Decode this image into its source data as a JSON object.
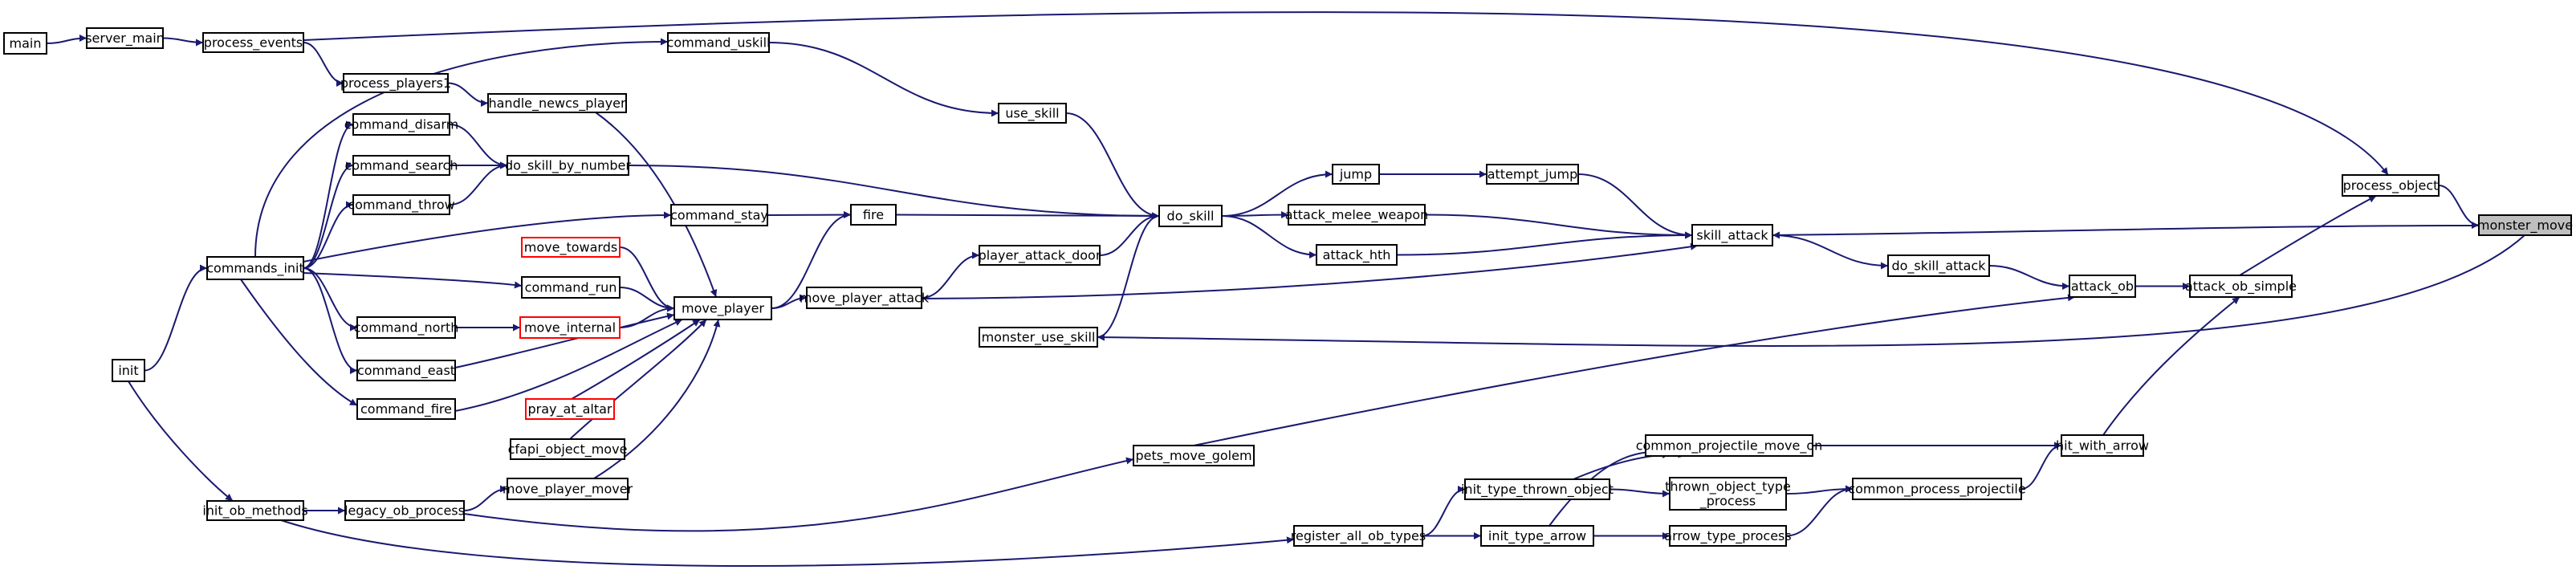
{
  "diagram": {
    "type": "call-graph",
    "colors": {
      "edge": "#191970",
      "node_border": "#000000",
      "truncated_border": "#ff0000",
      "focus_fill": "#bfbfbf"
    },
    "nodes": [
      {
        "id": "main",
        "label": "main"
      },
      {
        "id": "server_main",
        "label": "server_main"
      },
      {
        "id": "process_events",
        "label": "process_events"
      },
      {
        "id": "process_players1",
        "label": "process_players1"
      },
      {
        "id": "handle_newcs_player",
        "label": "handle_newcs_player"
      },
      {
        "id": "command_uskill",
        "label": "command_uskill"
      },
      {
        "id": "use_skill",
        "label": "use_skill"
      },
      {
        "id": "command_disarm",
        "label": "command_disarm"
      },
      {
        "id": "command_search",
        "label": "command_search"
      },
      {
        "id": "command_throw",
        "label": "command_throw"
      },
      {
        "id": "do_skill_by_number",
        "label": "do_skill_by_number"
      },
      {
        "id": "command_stay",
        "label": "command_stay"
      },
      {
        "id": "fire",
        "label": "fire"
      },
      {
        "id": "commands_init",
        "label": "commands_init"
      },
      {
        "id": "move_towards",
        "label": "move_towards",
        "truncated": true
      },
      {
        "id": "command_run",
        "label": "command_run"
      },
      {
        "id": "move_player",
        "label": "move_player"
      },
      {
        "id": "move_player_attack",
        "label": "move_player_attack"
      },
      {
        "id": "command_north",
        "label": "command_north"
      },
      {
        "id": "move_internal",
        "label": "move_internal",
        "truncated": true
      },
      {
        "id": "command_east",
        "label": "command_east"
      },
      {
        "id": "command_fire",
        "label": "command_fire"
      },
      {
        "id": "pray_at_altar",
        "label": "pray_at_altar",
        "truncated": true
      },
      {
        "id": "cfapi_object_move",
        "label": "cfapi_object_move"
      },
      {
        "id": "move_player_mover",
        "label": "move_player_mover"
      },
      {
        "id": "init",
        "label": "init"
      },
      {
        "id": "init_ob_methods",
        "label": "init_ob_methods"
      },
      {
        "id": "legacy_ob_process",
        "label": "legacy_ob_process"
      },
      {
        "id": "player_attack_door",
        "label": "player_attack_door"
      },
      {
        "id": "monster_use_skill",
        "label": "monster_use_skill"
      },
      {
        "id": "do_skill",
        "label": "do_skill"
      },
      {
        "id": "jump",
        "label": "jump"
      },
      {
        "id": "attempt_jump",
        "label": "attempt_jump"
      },
      {
        "id": "attack_melee_weapon",
        "label": "attack_melee_weapon"
      },
      {
        "id": "attack_hth",
        "label": "attack_hth"
      },
      {
        "id": "pets_move_golem",
        "label": "pets_move_golem"
      },
      {
        "id": "register_all_ob_types",
        "label": "register_all_ob_types"
      },
      {
        "id": "init_type_thrown_object",
        "label": "init_type_thrown_object"
      },
      {
        "id": "init_type_arrow",
        "label": "init_type_arrow"
      },
      {
        "id": "common_projectile_move_on",
        "label": "common_projectile_move_on"
      },
      {
        "id": "thrown_object_type_process",
        "label": "thrown_object_type\n_process"
      },
      {
        "id": "arrow_type_process",
        "label": "arrow_type_process"
      },
      {
        "id": "skill_attack",
        "label": "skill_attack"
      },
      {
        "id": "do_skill_attack",
        "label": "do_skill_attack"
      },
      {
        "id": "common_process_projectile",
        "label": "common_process_projectile"
      },
      {
        "id": "attack_ob",
        "label": "attack_ob"
      },
      {
        "id": "hit_with_arrow",
        "label": "hit_with_arrow"
      },
      {
        "id": "attack_ob_simple",
        "label": "attack_ob_simple"
      },
      {
        "id": "process_object",
        "label": "process_object"
      },
      {
        "id": "monster_move",
        "label": "monster_move",
        "focus": true
      }
    ],
    "edges": [
      {
        "from": "main",
        "to": "server_main"
      },
      {
        "from": "server_main",
        "to": "process_events"
      },
      {
        "from": "process_events",
        "to": "process_players1"
      },
      {
        "from": "process_events",
        "to": "process_object"
      },
      {
        "from": "process_players1",
        "to": "handle_newcs_player"
      },
      {
        "from": "handle_newcs_player",
        "to": "move_player"
      },
      {
        "from": "command_uskill",
        "to": "use_skill"
      },
      {
        "from": "use_skill",
        "to": "do_skill"
      },
      {
        "from": "command_disarm",
        "to": "do_skill_by_number"
      },
      {
        "from": "command_search",
        "to": "do_skill_by_number"
      },
      {
        "from": "command_throw",
        "to": "do_skill_by_number"
      },
      {
        "from": "do_skill_by_number",
        "to": "do_skill"
      },
      {
        "from": "command_stay",
        "to": "fire"
      },
      {
        "from": "fire",
        "to": "do_skill"
      },
      {
        "from": "commands_init",
        "to": "command_uskill"
      },
      {
        "from": "commands_init",
        "to": "command_disarm"
      },
      {
        "from": "commands_init",
        "to": "command_search"
      },
      {
        "from": "commands_init",
        "to": "command_throw"
      },
      {
        "from": "commands_init",
        "to": "command_stay"
      },
      {
        "from": "commands_init",
        "to": "command_run"
      },
      {
        "from": "commands_init",
        "to": "command_north"
      },
      {
        "from": "commands_init",
        "to": "command_east"
      },
      {
        "from": "commands_init",
        "to": "command_fire"
      },
      {
        "from": "move_towards",
        "to": "move_player"
      },
      {
        "from": "command_run",
        "to": "move_player"
      },
      {
        "from": "command_north",
        "to": "move_internal"
      },
      {
        "from": "command_east",
        "to": "move_player"
      },
      {
        "from": "command_fire",
        "to": "move_player"
      },
      {
        "from": "move_internal",
        "to": "move_player"
      },
      {
        "from": "pray_at_altar",
        "to": "move_player"
      },
      {
        "from": "cfapi_object_move",
        "to": "move_player"
      },
      {
        "from": "move_player_mover",
        "to": "move_player"
      },
      {
        "from": "move_player",
        "to": "fire"
      },
      {
        "from": "move_player",
        "to": "move_player_attack"
      },
      {
        "from": "move_player_attack",
        "to": "player_attack_door"
      },
      {
        "from": "move_player_attack",
        "to": "skill_attack"
      },
      {
        "from": "player_attack_door",
        "to": "do_skill"
      },
      {
        "from": "monster_use_skill",
        "to": "do_skill"
      },
      {
        "from": "init",
        "to": "commands_init"
      },
      {
        "from": "init",
        "to": "init_ob_methods"
      },
      {
        "from": "init_ob_methods",
        "to": "legacy_ob_process"
      },
      {
        "from": "init_ob_methods",
        "to": "register_all_ob_types"
      },
      {
        "from": "legacy_ob_process",
        "to": "move_player_mover"
      },
      {
        "from": "legacy_ob_process",
        "to": "pets_move_golem"
      },
      {
        "from": "do_skill",
        "to": "jump"
      },
      {
        "from": "do_skill",
        "to": "attack_melee_weapon"
      },
      {
        "from": "do_skill",
        "to": "attack_hth"
      },
      {
        "from": "jump",
        "to": "attempt_jump"
      },
      {
        "from": "attempt_jump",
        "to": "skill_attack"
      },
      {
        "from": "attack_melee_weapon",
        "to": "skill_attack"
      },
      {
        "from": "attack_hth",
        "to": "skill_attack"
      },
      {
        "from": "skill_attack",
        "to": "do_skill_attack"
      },
      {
        "from": "do_skill_attack",
        "to": "attack_ob"
      },
      {
        "from": "pets_move_golem",
        "to": "attack_ob"
      },
      {
        "from": "attack_ob",
        "to": "attack_ob_simple"
      },
      {
        "from": "hit_with_arrow",
        "to": "attack_ob_simple"
      },
      {
        "from": "attack_ob_simple",
        "to": "process_object"
      },
      {
        "from": "process_object",
        "to": "monster_move"
      },
      {
        "from": "monster_move",
        "to": "skill_attack"
      },
      {
        "from": "monster_move",
        "to": "monster_use_skill"
      },
      {
        "from": "register_all_ob_types",
        "to": "init_type_thrown_object"
      },
      {
        "from": "register_all_ob_types",
        "to": "init_type_arrow"
      },
      {
        "from": "init_type_thrown_object",
        "to": "common_projectile_move_on"
      },
      {
        "from": "init_type_thrown_object",
        "to": "thrown_object_type_process"
      },
      {
        "from": "init_type_arrow",
        "to": "common_projectile_move_on"
      },
      {
        "from": "init_type_arrow",
        "to": "arrow_type_process"
      },
      {
        "from": "thrown_object_type_process",
        "to": "common_process_projectile"
      },
      {
        "from": "arrow_type_process",
        "to": "common_process_projectile"
      },
      {
        "from": "common_projectile_move_on",
        "to": "hit_with_arrow"
      },
      {
        "from": "common_process_projectile",
        "to": "hit_with_arrow"
      }
    ]
  }
}
